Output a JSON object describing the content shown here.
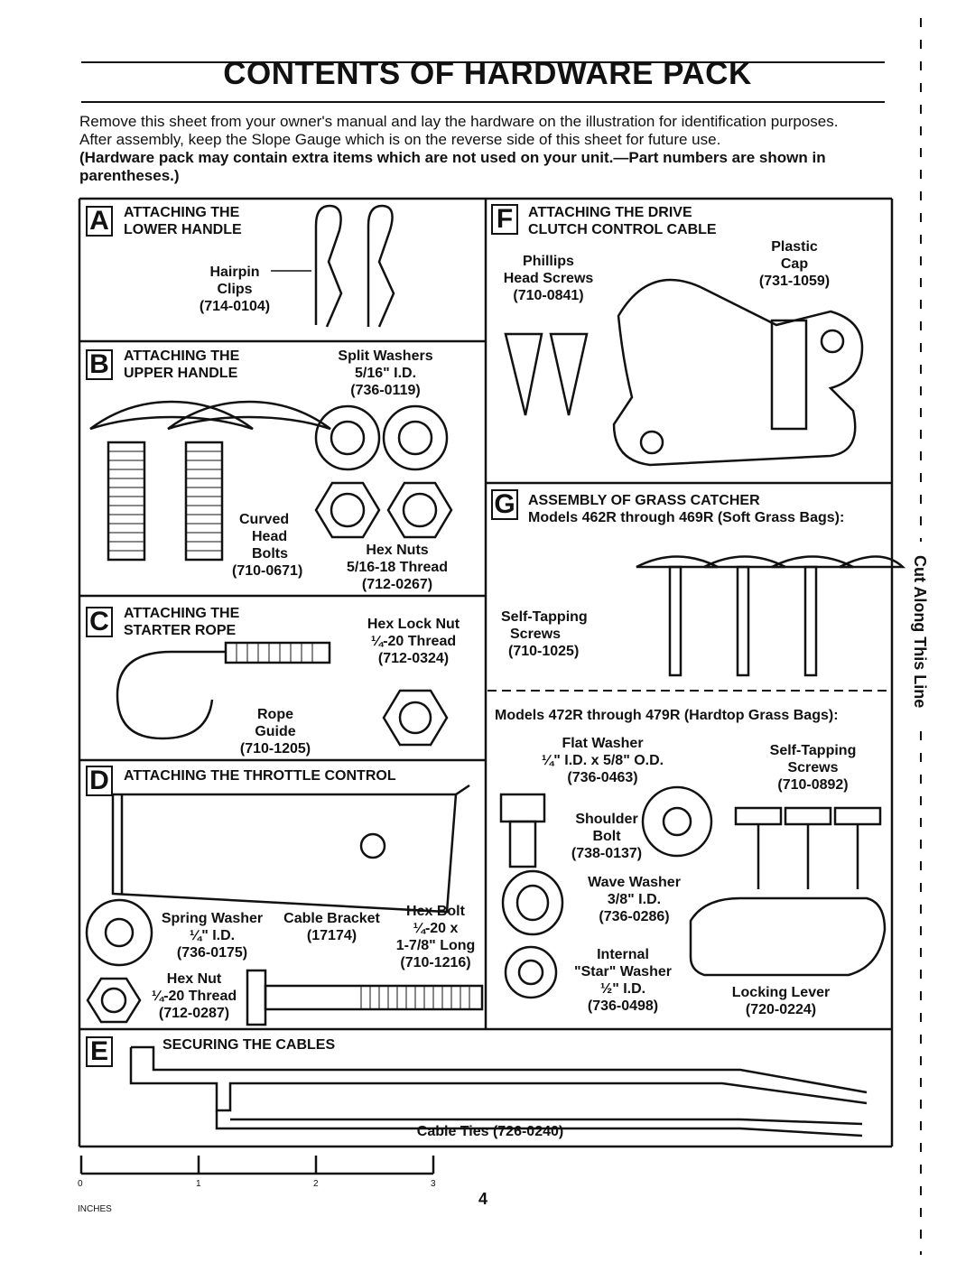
{
  "page": {
    "title": "CONTENTS OF HARDWARE PACK",
    "intro_line1": "Remove this sheet from your owner's manual and lay the hardware on the illustration for identification purposes.",
    "intro_line2": "After assembly, keep the Slope Gauge which is on the reverse side of this sheet for future use.",
    "intro_bold": "(Hardware pack may contain extra items which are not used on your unit.—Part numbers are shown in parentheses.)",
    "page_number": "4",
    "cut_line": "Cut Along This Line"
  },
  "sections": {
    "A": {
      "letter": "A",
      "heading1": "ATTACHING THE",
      "heading2": "LOWER HANDLE",
      "part1": "Hairpin",
      "part2": "Clips",
      "part_no": "(714-0104)"
    },
    "B": {
      "letter": "B",
      "heading1": "ATTACHING THE",
      "heading2": "UPPER HANDLE",
      "washer1": "Split Washers",
      "washer2": "5/16\" I.D.",
      "washer_no": "(736-0119)",
      "bolt1": "Curved",
      "bolt2": "Head",
      "bolt3": "Bolts",
      "bolt_no": "(710-0671)",
      "nut1": "Hex Nuts",
      "nut2": "5/16-18 Thread",
      "nut_no": "(712-0267)"
    },
    "C": {
      "letter": "C",
      "heading1": "ATTACHING THE",
      "heading2": "STARTER ROPE",
      "nut1": "Hex Lock Nut",
      "nut2": "¼-20 Thread",
      "nut_no": "(712-0324)",
      "guide1": "Rope",
      "guide2": "Guide",
      "guide_no": "(710-1205)"
    },
    "D": {
      "letter": "D",
      "heading": "ATTACHING THE THROTTLE CONTROL",
      "spring1": "Spring Washer",
      "spring2": "¼\" I.D.",
      "spring_no": "(736-0175)",
      "bracket1": "Cable Bracket",
      "bracket_no": "(17174)",
      "bolt1": "Hex Bolt",
      "bolt2": "¼-20 x",
      "bolt3": "1-7/8\" Long",
      "bolt_no": "(710-1216)",
      "nut1": "Hex Nut",
      "nut2": "¼-20 Thread",
      "nut_no": "(712-0287)"
    },
    "E": {
      "letter": "E",
      "heading": "SECURING THE CABLES",
      "ties": "Cable Ties (726-0240)"
    },
    "F": {
      "letter": "F",
      "heading1": "ATTACHING THE DRIVE",
      "heading2": "CLUTCH CONTROL CABLE",
      "screw1": "Phillips",
      "screw2": "Head Screws",
      "screw_no": "(710-0841)",
      "cap1": "Plastic",
      "cap2": "Cap",
      "cap_no": "(731-1059)"
    },
    "G": {
      "letter": "G",
      "heading": "ASSEMBLY OF GRASS CATCHER",
      "soft": "Models 462R through 469R (Soft Grass Bags):",
      "tap1": "Self-Tapping",
      "tap2": "Screws",
      "tap_no": "(710-1025)",
      "hard": "Models 472R through 479R (Hardtop Grass Bags):",
      "flat1": "Flat Washer",
      "flat2": "¼\" I.D. x 5/8\" O.D.",
      "flat_no": "(736-0463)",
      "tap3": "Self-Tapping",
      "tap4": "Screws",
      "tap_no2": "(710-0892)",
      "shoulder1": "Shoulder",
      "shoulder2": "Bolt",
      "shoulder_no": "(738-0137)",
      "wave1": "Wave Washer",
      "wave2": "3/8\" I.D.",
      "wave_no": "(736-0286)",
      "star1": "Internal",
      "star2": "\"Star\" Washer",
      "star3": "½\" I.D.",
      "star_no": "(736-0498)",
      "lever1": "Locking Lever",
      "lever_no": "(720-0224)"
    }
  },
  "ruler": {
    "labels": [
      "0",
      "1",
      "2",
      "3"
    ],
    "unit": "INCHES"
  }
}
